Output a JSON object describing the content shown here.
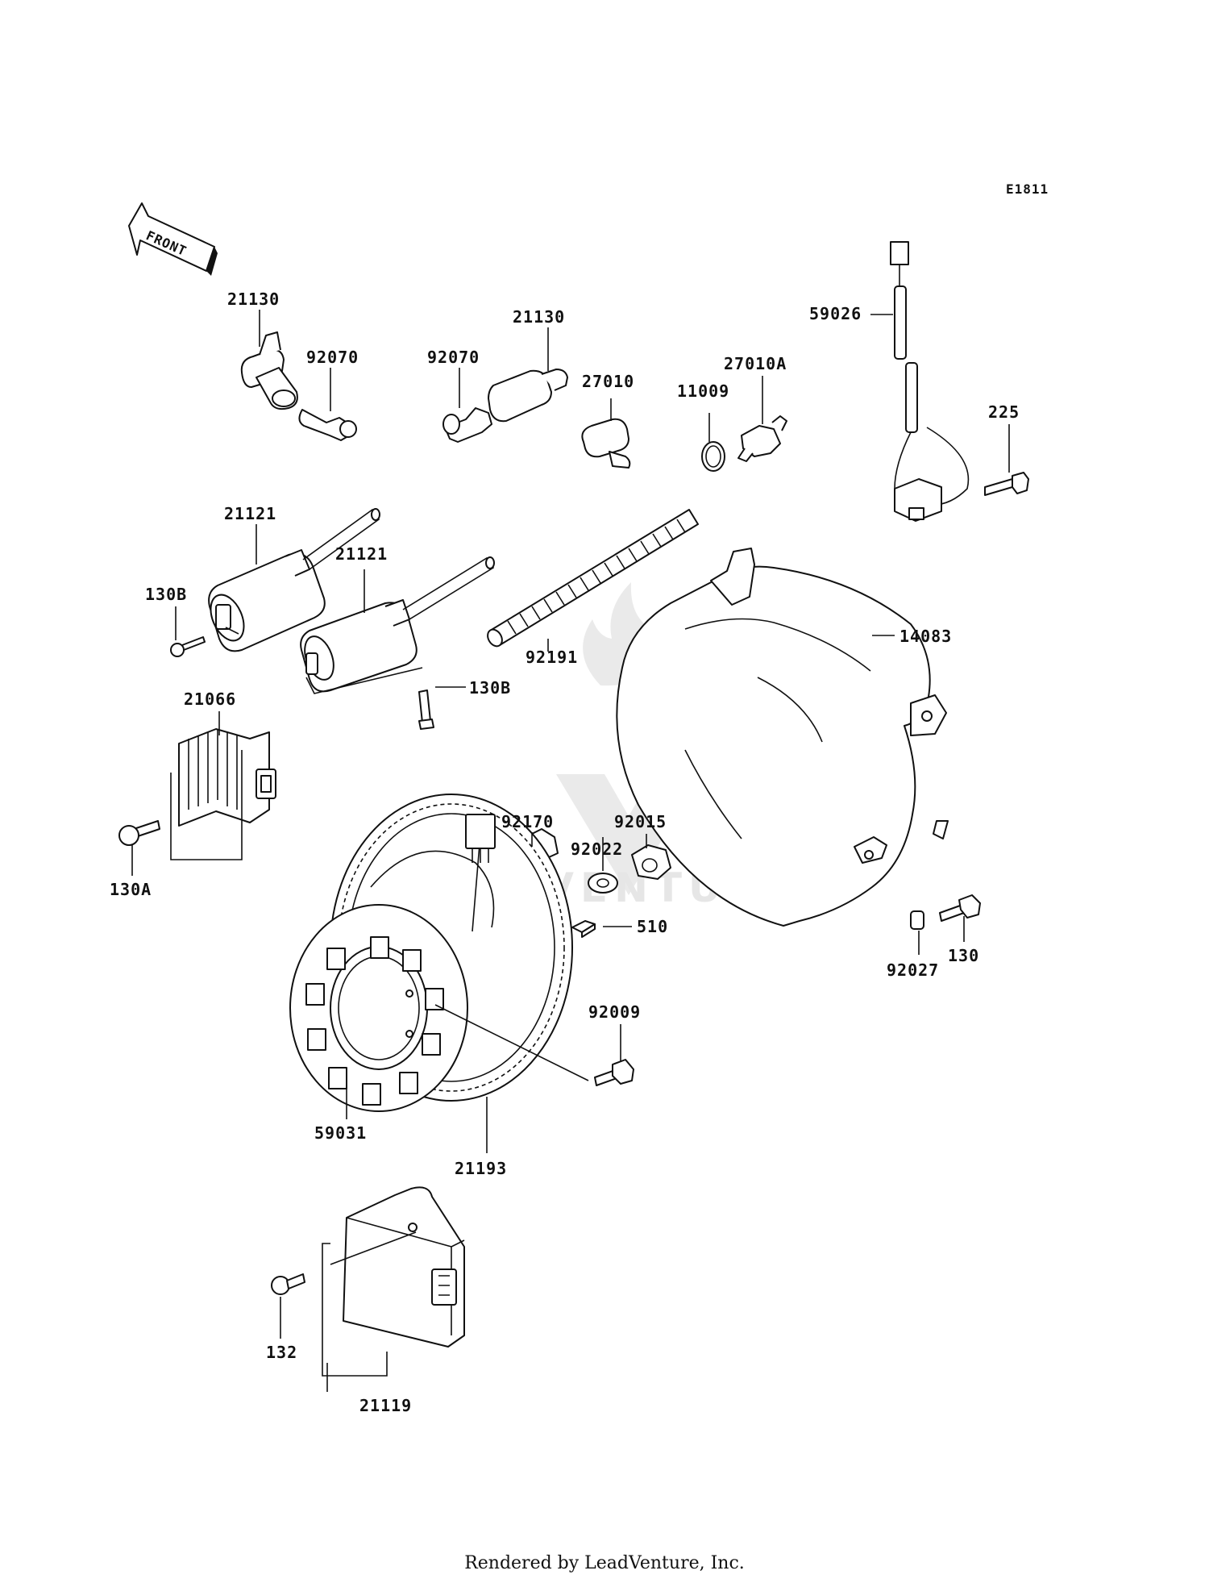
{
  "diagram_code": "E1811",
  "front_arrow_label": "FRONT",
  "footer": "Rendered by LeadVenture, Inc.",
  "watermark": "LEADVENTURE",
  "part_labels": {
    "p21130_a": "21130",
    "p92070_a": "92070",
    "p92070_b": "92070",
    "p21130_b": "21130",
    "p27010": "27010",
    "p11009": "11009",
    "p27010A": "27010A",
    "p59026": "59026",
    "p225": "225",
    "p21121_a": "21121",
    "p21121_b": "21121",
    "p130B_a": "130B",
    "p130B_b": "130B",
    "p92191": "92191",
    "p14083": "14083",
    "p21066": "21066",
    "p130A": "130A",
    "p92170": "92170",
    "p92015": "92015",
    "p92022": "92022",
    "p510": "510",
    "p130": "130",
    "p92027": "92027",
    "p92009": "92009",
    "p59031": "59031",
    "p21193": "21193",
    "p132": "132",
    "p21119": "21119"
  }
}
